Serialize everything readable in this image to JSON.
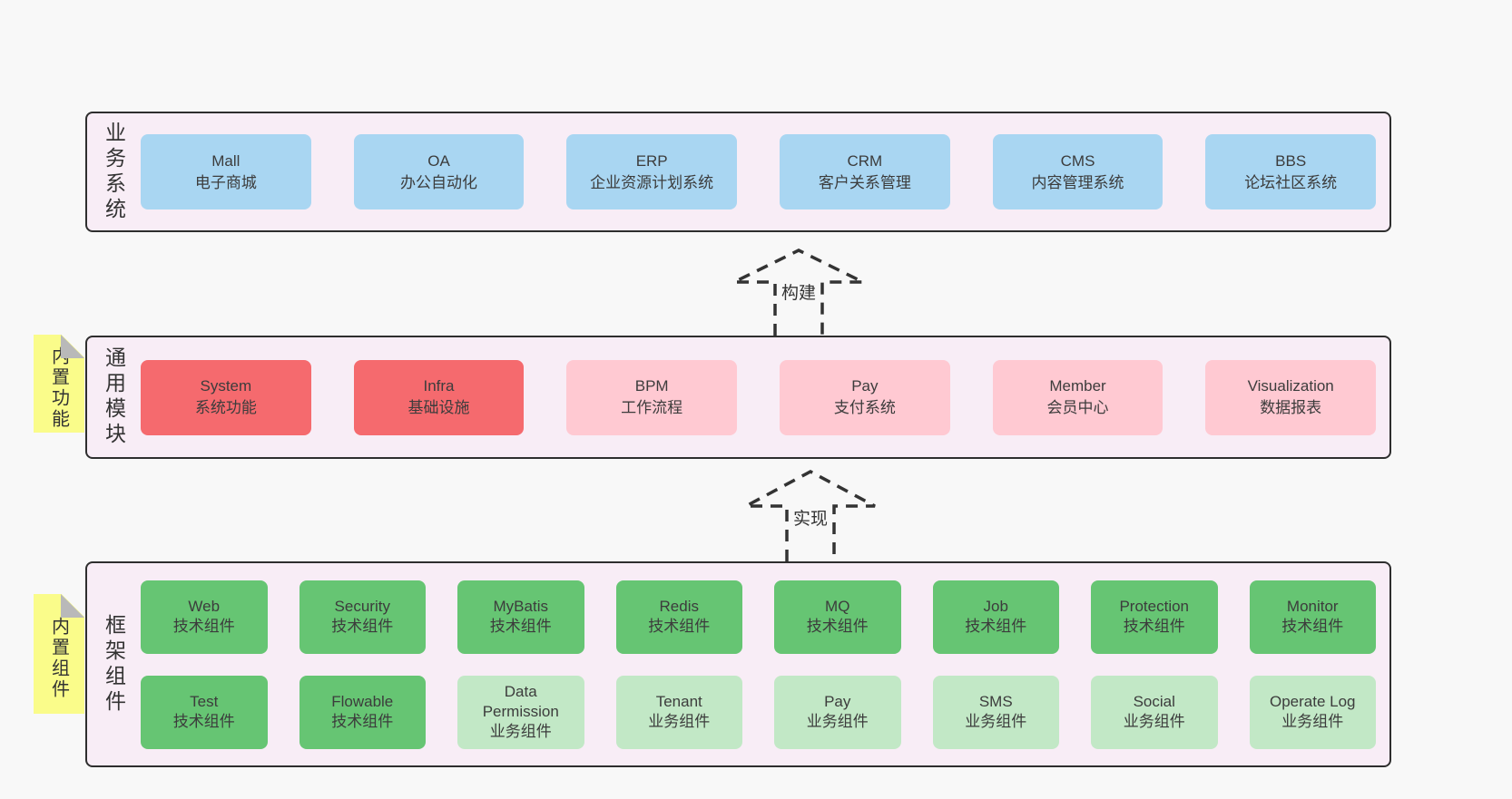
{
  "business": {
    "label": "业务系统",
    "boxes": [
      {
        "name": "Mall",
        "subtitle": "电子商城"
      },
      {
        "name": "OA",
        "subtitle": "办公自动化"
      },
      {
        "name": "ERP",
        "subtitle": "企业资源计划系统"
      },
      {
        "name": "CRM",
        "subtitle": "客户关系管理"
      },
      {
        "name": "CMS",
        "subtitle": "内容管理系统"
      },
      {
        "name": "BBS",
        "subtitle": "论坛社区系统"
      }
    ]
  },
  "arrow_build": {
    "label": "构建"
  },
  "modules": {
    "label": "通用模块",
    "sticky": "内置功能",
    "boxes": [
      {
        "name": "System",
        "subtitle": "系统功能",
        "variant": "red"
      },
      {
        "name": "Infra",
        "subtitle": "基础设施",
        "variant": "red"
      },
      {
        "name": "BPM",
        "subtitle": "工作流程",
        "variant": "pink"
      },
      {
        "name": "Pay",
        "subtitle": "支付系统",
        "variant": "pink"
      },
      {
        "name": "Member",
        "subtitle": "会员中心",
        "variant": "pink"
      },
      {
        "name": "Visualization",
        "subtitle": "数据报表",
        "variant": "pink"
      }
    ]
  },
  "arrow_implement": {
    "label": "实现"
  },
  "framework": {
    "label": "框架组件",
    "sticky": "内置组件",
    "row1": [
      {
        "name": "Web",
        "subtitle": "技术组件",
        "variant": "green-dark"
      },
      {
        "name": "Security",
        "subtitle": "技术组件",
        "variant": "green-dark"
      },
      {
        "name": "MyBatis",
        "subtitle": "技术组件",
        "variant": "green-dark"
      },
      {
        "name": "Redis",
        "subtitle": "技术组件",
        "variant": "green-dark"
      },
      {
        "name": "MQ",
        "subtitle": "技术组件",
        "variant": "green-dark"
      },
      {
        "name": "Job",
        "subtitle": "技术组件",
        "variant": "green-dark"
      },
      {
        "name": "Protection",
        "subtitle": "技术组件",
        "variant": "green-dark"
      },
      {
        "name": "Monitor",
        "subtitle": "技术组件",
        "variant": "green-dark"
      }
    ],
    "row2": [
      {
        "name": "Test",
        "subtitle": "技术组件",
        "variant": "green-dark"
      },
      {
        "name": "Flowable",
        "subtitle": "技术组件",
        "variant": "green-dark"
      },
      {
        "name": "Data Permission",
        "subtitle": "业务组件",
        "variant": "green-light"
      },
      {
        "name": "Tenant",
        "subtitle": "业务组件",
        "variant": "green-light"
      },
      {
        "name": "Pay",
        "subtitle": "业务组件",
        "variant": "green-light"
      },
      {
        "name": "SMS",
        "subtitle": "业务组件",
        "variant": "green-light"
      },
      {
        "name": "Social",
        "subtitle": "业务组件",
        "variant": "green-light"
      },
      {
        "name": "Operate Log",
        "subtitle": "业务组件",
        "variant": "green-light"
      }
    ]
  },
  "colors": {
    "page_bg": "#f8f8f8",
    "container_bg": "#f8edf6",
    "container_border": "#2e2e2e",
    "blue": "#a9d6f2",
    "red": "#f56a6e",
    "pink": "#ffc9d2",
    "green_dark": "#66c573",
    "green_light": "#c2e8c6",
    "sticky_yellow": "#fafc8a",
    "fold_gray": "#b9b9b9",
    "text": "#3c3c3c"
  }
}
